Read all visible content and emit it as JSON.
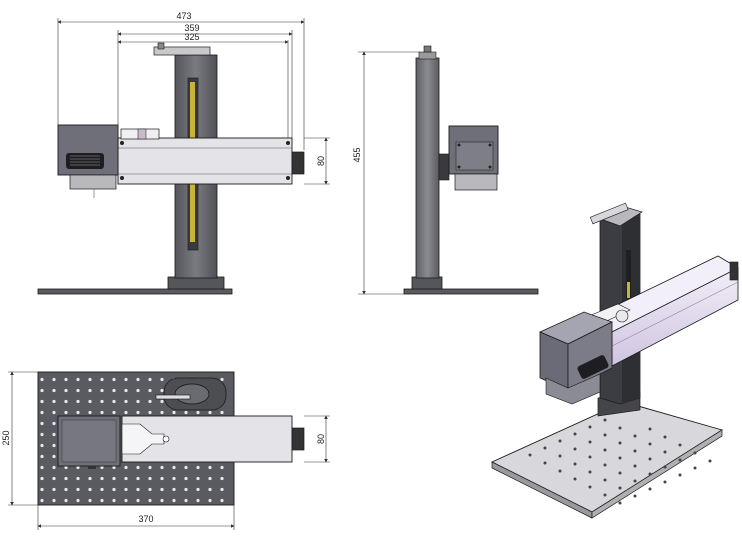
{
  "dimensions": {
    "front_width_overall": "473",
    "front_width_mid": "359",
    "front_width_inner": "325",
    "front_arm_height": "80",
    "side_total_height": "455",
    "top_arm_width": "80",
    "top_base_depth": "250",
    "top_base_width": "370"
  },
  "colors": {
    "line": "#1a1a1a",
    "dim_line": "#333333",
    "column": "#6a6b70",
    "column_dark": "#4d4e52",
    "arm": "#e2e2e6",
    "head": "#6e6f78",
    "base_plate": "#5a5b60",
    "slot": "#c7b43a",
    "iso_arm": "#ddd3ea",
    "iso_head": "#7b7c88",
    "iso_plate": "#d8d8dc"
  }
}
